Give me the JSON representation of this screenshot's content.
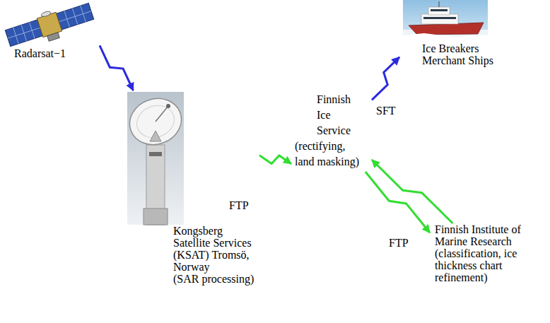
{
  "diagram": {
    "nodes": [
      {
        "text": [
          "Radarsat−1"
        ]
      },
      {
        "text": [
          "Kongsberg Satellite Services (KSAT) Tromsö, Norway",
          "(SAR processing)"
        ]
      },
      {
        "text": [
          "Finnish Ice Service",
          "(rectifying, land masking)"
        ]
      },
      {
        "text": [
          "Ice Breakers Merchant Ships"
        ]
      },
      {
        "text": [
          "Finnish Institute of Marine Research",
          "(classification, ice thickness chart refinement)"
        ]
      }
    ],
    "edges": [
      {
        "from": 0,
        "to": 1,
        "arrow": "to"
      },
      {
        "from": 1,
        "to": 2,
        "arrow": "to",
        "label": "FTP"
      },
      {
        "from": 2,
        "to": 3,
        "arrow": "to",
        "label": "SFT"
      },
      {
        "from": 4,
        "to": 2,
        "arrow": "to"
      },
      {
        "from": 2,
        "to": 4,
        "arrow": "to",
        "label": "FTP"
      }
    ]
  }
}
